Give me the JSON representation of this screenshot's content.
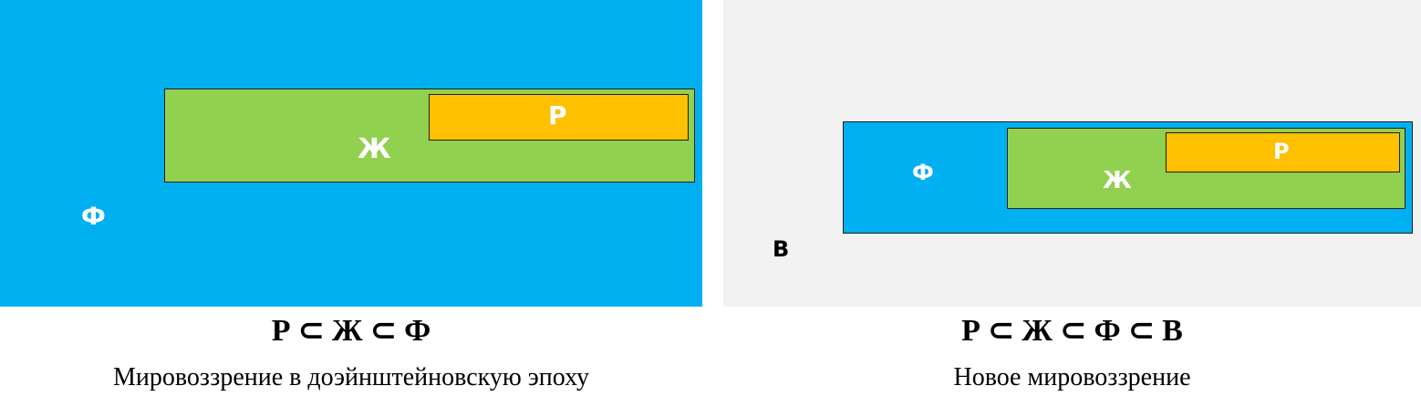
{
  "colors": {
    "outer_blue": "#00b0f0",
    "green": "#92d050",
    "orange": "#ffc000",
    "outer_grey": "#f2f2f2"
  },
  "left_diagram": {
    "outer_label": "Ф",
    "middle_label": "Ж",
    "inner_label": "Р",
    "formula": "Р ⊂ Ж ⊂ Ф",
    "caption": "Мировоззрение в доэйнштейновскую эпоху"
  },
  "right_diagram": {
    "outermost_label": "В",
    "outer_label": "Ф",
    "middle_label": "Ж",
    "inner_label": "Р",
    "formula": "Р ⊂ Ж ⊂ Ф ⊂ В",
    "caption": "Новое мировоззрение"
  }
}
